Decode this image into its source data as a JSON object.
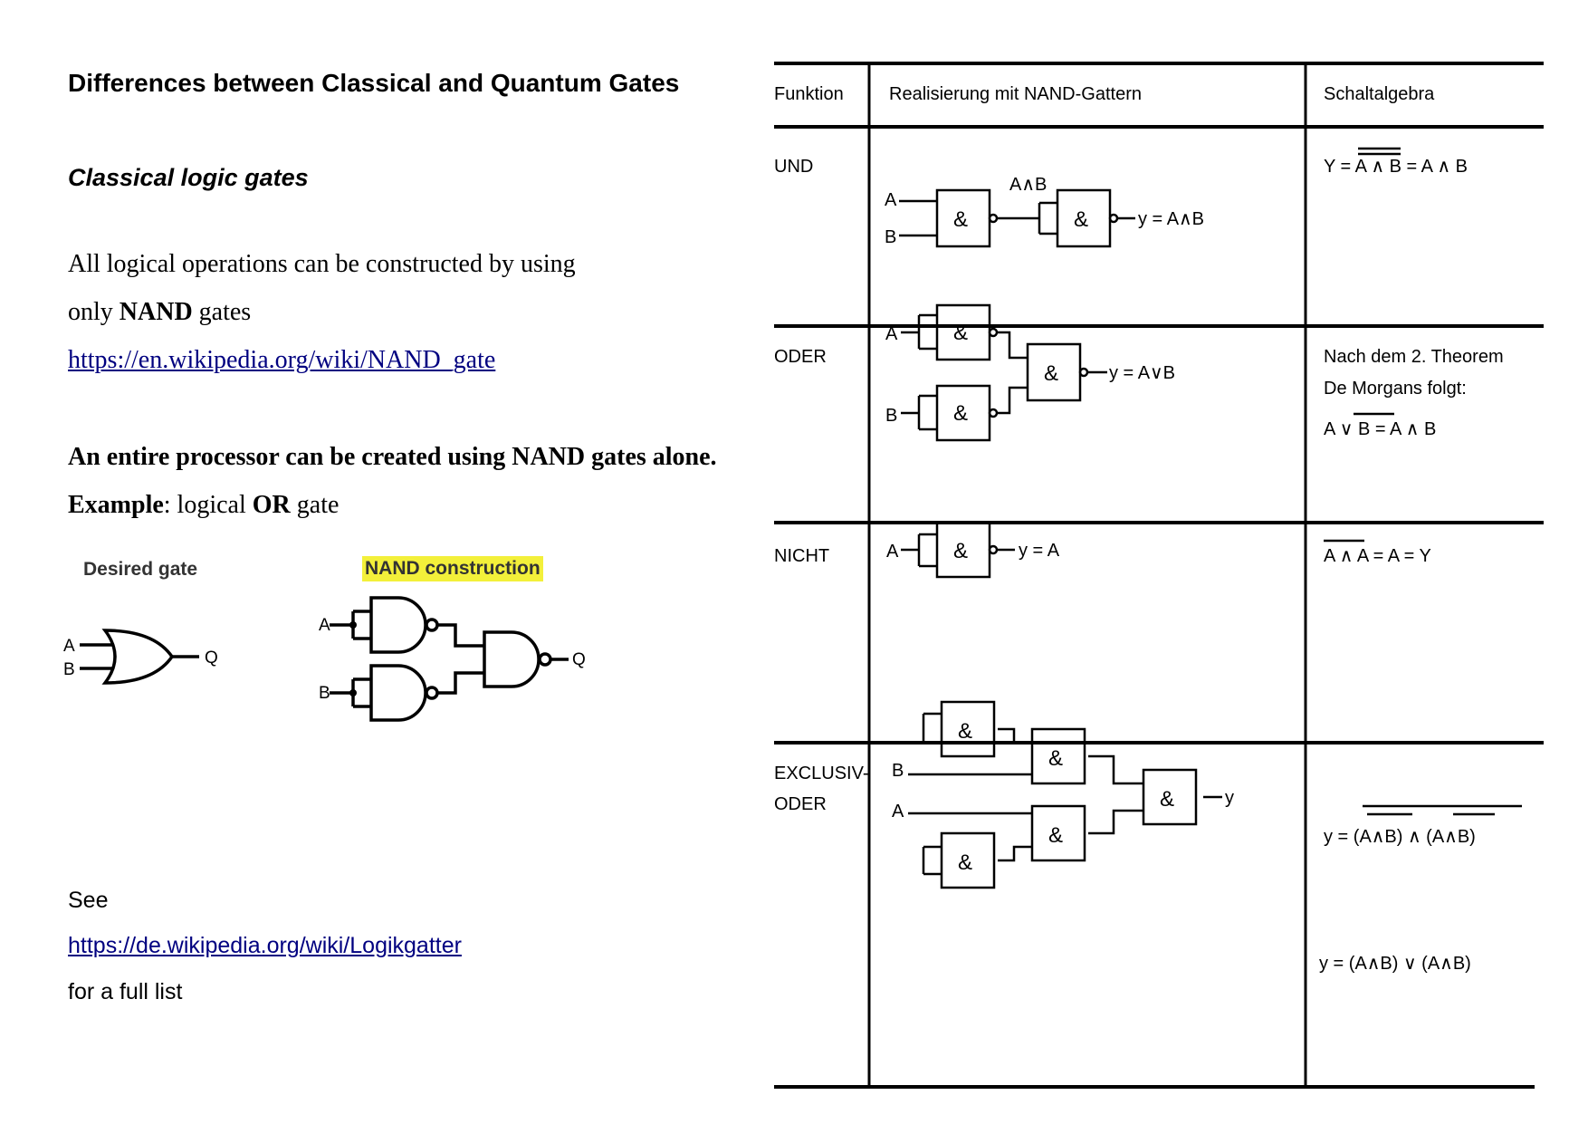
{
  "title": "Differences between Classical and Quantum Gates",
  "subtitle": "Classical logic gates",
  "intro": {
    "line1": "All logical operations can be constructed by using",
    "line2_pre": "only ",
    "line2_bold": "NAND",
    "line2_post": " gates",
    "link": "https://en.wikipedia.org/wiki/NAND_gate"
  },
  "processor": {
    "statement": "An entire processor can be created using NAND gates alone.",
    "example_label": "Example",
    "example_colon": ":  logical ",
    "example_bold": "OR",
    "example_post": " gate"
  },
  "diagram_labels": {
    "desired": "Desired gate",
    "nand_construction": "NAND construction",
    "input_a": "A",
    "input_b": "B",
    "output_q": "Q"
  },
  "see": {
    "prefix": "See",
    "link": "https://de.wikipedia.org/wiki/Logikgatter",
    "suffix": "for a full list"
  },
  "table": {
    "headers": [
      "Funktion",
      "Realisierung mit NAND-Gattern",
      "Schaltalgebra"
    ],
    "rows": [
      {
        "funktion": "UND",
        "algebra": "Y = A ∧ B = A ∧ B",
        "output": "y = A∧B",
        "mid_label": "A∧B"
      },
      {
        "funktion": "ODER",
        "algebra_lines": [
          "Nach dem 2. Theorem",
          "De Morgans folgt:",
          "A ∨ B = A ∧ B"
        ],
        "output": "y = A∨B"
      },
      {
        "funktion": "NICHT",
        "algebra": "A ∧ A  = A = Y",
        "output": "y = A"
      },
      {
        "funktion_lines": [
          "EXCLUSIV-",
          "ODER"
        ],
        "algebra_lines": [
          "y = (A∧B) ∧ (A∧B)",
          "y = (A∧B) ∨ (A∧B)"
        ],
        "output": "y"
      }
    ],
    "gate_symbol": "&"
  }
}
